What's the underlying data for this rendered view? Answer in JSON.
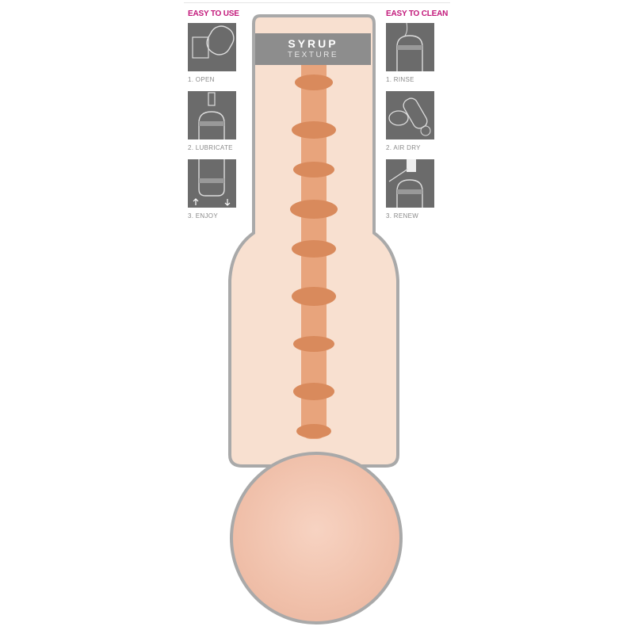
{
  "left_panel": {
    "title": "EASY TO USE",
    "steps": [
      {
        "label": "1. OPEN",
        "icon": "open-icon"
      },
      {
        "label": "2. LUBRICATE",
        "icon": "lubricate-icon"
      },
      {
        "label": "3. ENJOY",
        "icon": "enjoy-icon"
      }
    ]
  },
  "right_panel": {
    "title": "EASY TO CLEAN",
    "steps": [
      {
        "label": "1. RINSE",
        "icon": "rinse-icon"
      },
      {
        "label": "2. AIR DRY",
        "icon": "air-dry-icon"
      },
      {
        "label": "3. RENEW",
        "icon": "renew-icon"
      }
    ]
  },
  "product": {
    "texture_name": "SYRUP",
    "texture_sub": "TEXTURE"
  },
  "colors": {
    "accent": "#c2187a",
    "panel_gray": "#6b6b6b",
    "label_band": "#8d8d8d",
    "sleeve": "#f8e0d0",
    "outline": "#a9a9a9"
  }
}
